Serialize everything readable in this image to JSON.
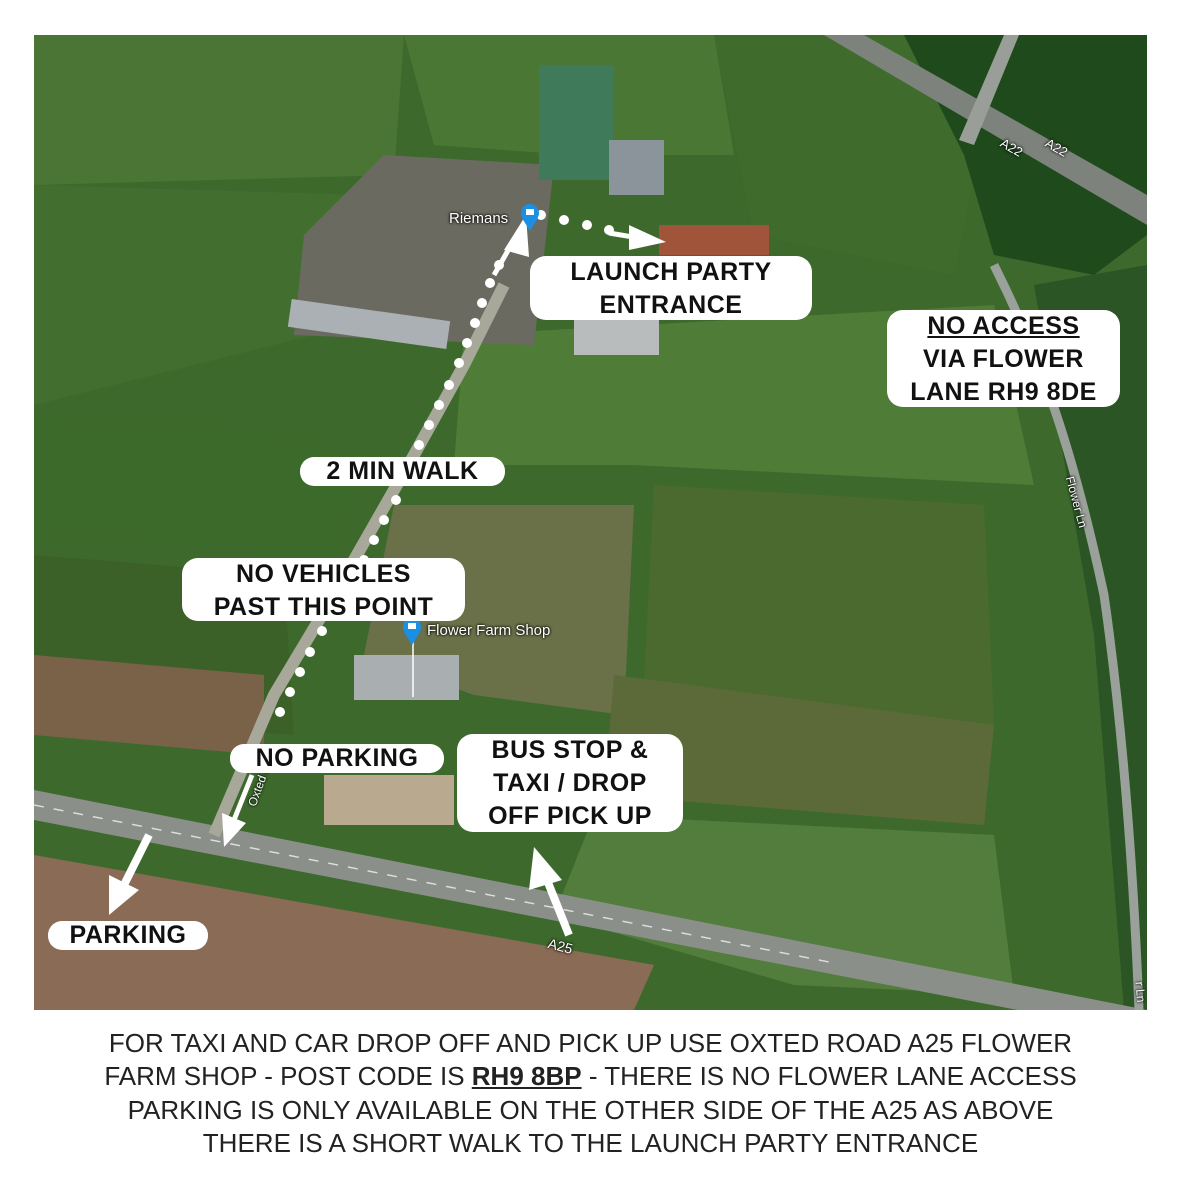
{
  "map_labels": {
    "riemans": "Riemans",
    "flower_farm_shop": "Flower Farm Shop",
    "a22_west": "A22",
    "a22_east": "A22",
    "a25": "A25",
    "flower_ln": "Flower Ln",
    "flower_ln_south": "r Ln",
    "oxted_rd": "Oxted Rd"
  },
  "callouts": {
    "launch_party": [
      "LAUNCH PARTY",
      "ENTRANCE"
    ],
    "no_access": [
      "NO ACCESS",
      "VIA FLOWER",
      "LANE RH9 8DE"
    ],
    "two_min_walk": "2 MIN WALK",
    "no_vehicles": [
      "NO VEHICLES",
      "PAST THIS POINT"
    ],
    "no_parking": "NO PARKING",
    "bus_stop": [
      "BUS STOP &",
      "TAXI / DROP",
      "OFF PICK UP"
    ],
    "parking": "PARKING"
  },
  "caption": {
    "line1": "FOR TAXI AND CAR DROP OFF AND PICK UP USE OXTED ROAD A25 FLOWER",
    "line2_pre": "FARM SHOP - POST CODE IS ",
    "line2_code": "RH9 8BP",
    "line2_post": " - THERE IS NO FLOWER LANE ACCESS",
    "line3": "PARKING IS ONLY AVAILABLE ON THE OTHER SIDE OF THE A25 AS ABOVE",
    "line4": "THERE IS A SHORT WALK TO THE LAUNCH PARTY ENTRANCE"
  },
  "colors": {
    "pin": "#1a8fe3",
    "field": "#3f6b2f",
    "road": "#8a8f8a",
    "callout_bg": "#ffffff"
  },
  "icons": [
    "map-pin-icon",
    "shop-pin-icon",
    "arrow-icon"
  ]
}
